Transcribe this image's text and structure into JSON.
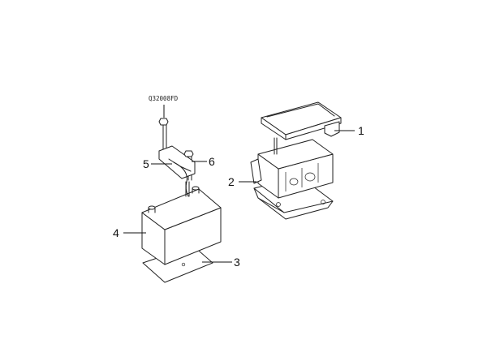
{
  "diagram": {
    "part_code": "Q32008FD",
    "callouts": {
      "c1": "1",
      "c2": "2",
      "c3": "3",
      "c4": "4",
      "c5": "5",
      "c6": "6"
    }
  }
}
